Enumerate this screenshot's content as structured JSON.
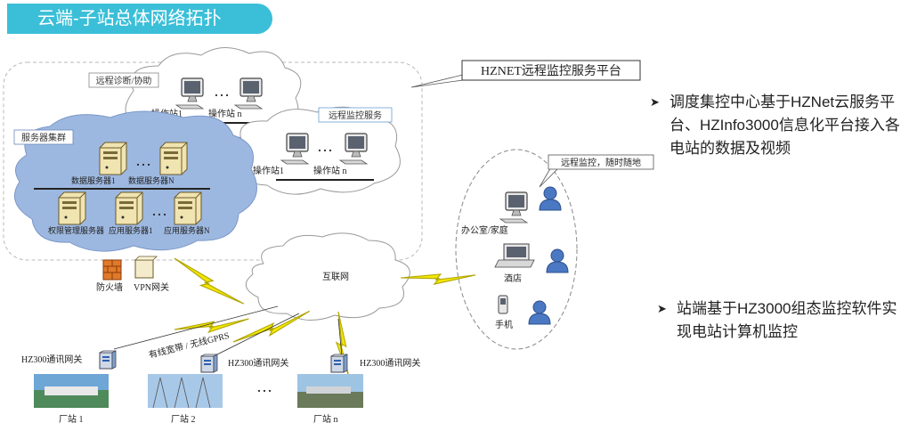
{
  "title": "云端-子站总体网络拓扑",
  "platform_callout": "HZNET远程监控服务平台",
  "remote_diag": {
    "label": "远程诊断/协助",
    "op1": "操作站1",
    "opn": "操作站 n",
    "dots": "…"
  },
  "remote_monitor": {
    "label": "远程监控服务",
    "op1": "操作站1",
    "opn": "操作站 n",
    "dots": "…"
  },
  "server_cluster": {
    "label": "服务器集群",
    "data1": "数据服务器1",
    "dataN": "数据服务器N",
    "auth": "权限管理服务器",
    "app1": "应用服务器1",
    "appN": "应用服务器N",
    "dots": "…"
  },
  "firewall": "防火墙",
  "vpn": "VPN网关",
  "internet": "互联网",
  "link_label": "有线宽带 / 无线GPRS",
  "gateways": [
    "HZ300通讯网关",
    "HZ300通讯网关",
    "HZ300通讯网关"
  ],
  "stations": [
    "厂站 1",
    "厂站 2",
    "厂站 n"
  ],
  "stations_dots": "…",
  "mobile": {
    "callout": "远程监控，随时随地",
    "office": "办公室/家庭",
    "hotel": "酒店",
    "phone": "手机"
  },
  "bullet1": "调度集控中心基于HZNet云服务平台、HZInfo3000信息化平台接入各电站的数据及视频",
  "bullet2": "站端基于HZ3000组态监控软件实现电站计算机监控",
  "colors": {
    "accent": "#3bbfd8",
    "cloud_fill": "#9db8e0",
    "bolt": "#f2e600",
    "person": "#4a78c2"
  }
}
